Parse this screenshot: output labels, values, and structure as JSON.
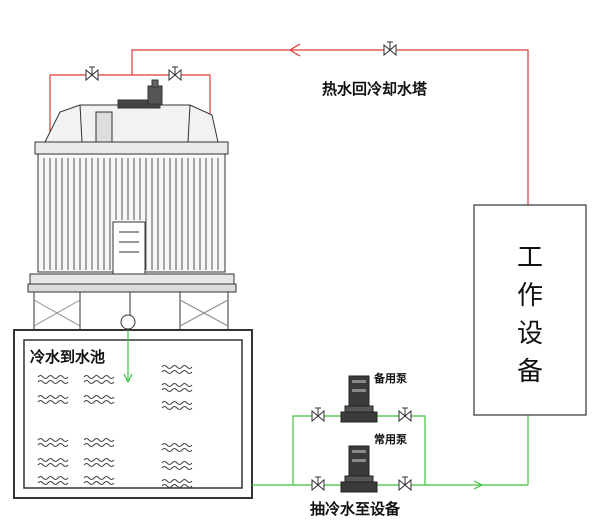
{
  "labels": {
    "hot_return": "热水回冷却水塔",
    "cold_to_pool": "冷水到水池",
    "standby_pump": "备用泵",
    "main_pump": "常用泵",
    "pump_to_equipment": "抽冷水至设备",
    "equipment_lines": [
      "工",
      "作",
      "设",
      "备"
    ]
  },
  "colors": {
    "hot_pipe": "#e23a3a",
    "cold_pipe": "#3ec43e",
    "outline": "#333333",
    "text": "#111111"
  },
  "icons": {
    "valve": "valve-icon",
    "pump": "pump-icon",
    "flow_arrow": "arrow-icon",
    "water_wave": "wave-icon"
  }
}
